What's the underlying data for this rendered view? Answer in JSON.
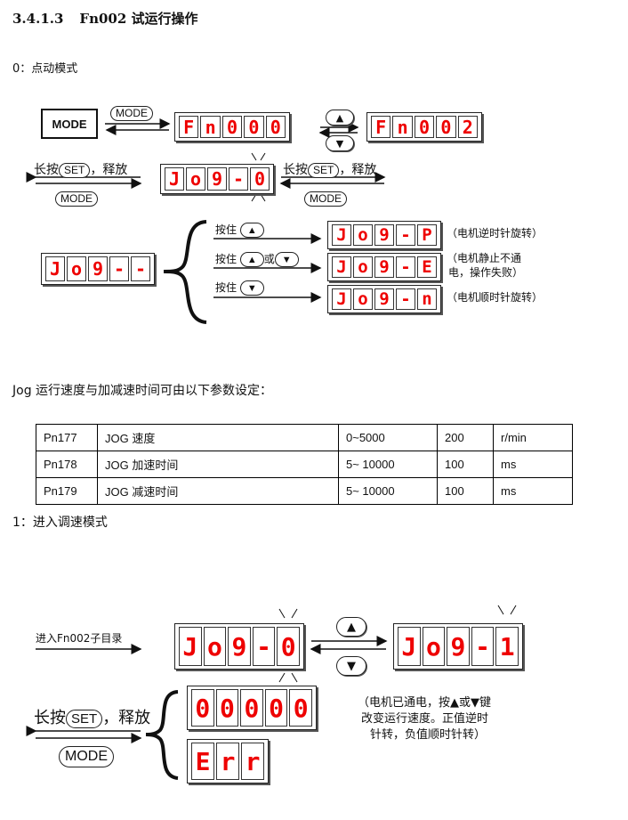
{
  "heading": {
    "number": "3.4.1.3",
    "title": "Fn002 试运行操作"
  },
  "section0": {
    "label": "0：点动模式"
  },
  "top": {
    "mode_box": "MODE",
    "mode_pill": "MODE",
    "fn000": [
      "F",
      "n",
      "0",
      "0",
      "0"
    ],
    "fn002": [
      "F",
      "n",
      "0",
      "0",
      "2"
    ],
    "jog0": [
      "J",
      "o",
      "9",
      "-",
      "0"
    ],
    "long_press_left": "长按",
    "set_label": "SET",
    "release_left": "，释放",
    "mode_pill_left": "MODE",
    "long_press_right": "长按",
    "release_right": "，释放",
    "mode_pill_right": "MODE"
  },
  "jog_branch": {
    "jog_dash": [
      "J",
      "o",
      "9",
      "-",
      "-"
    ],
    "press_up": "按住",
    "press_both": "按住",
    "or_word": "或",
    "press_down": "按住",
    "jog_p": [
      "J",
      "o",
      "9",
      "-",
      "P"
    ],
    "jog_e": [
      "J",
      "o",
      "9",
      "-",
      "E"
    ],
    "jog_n": [
      "J",
      "o",
      "9",
      "-",
      "n"
    ],
    "note_p": "（电机逆时针旋转）",
    "note_e_line1": "（电机静止不通",
    "note_e_line2": "电，操作失败）",
    "note_n": "（电机顺时针旋转）"
  },
  "param_intro": "Jog 运行速度与加减速时间可由以下参数设定：",
  "param_table": {
    "rows": [
      [
        "Pn177",
        "JOG 速度",
        "0~5000",
        "200",
        "r/min"
      ],
      [
        "Pn178",
        "JOG 加速时间",
        "5~ 10000",
        "100",
        "ms"
      ],
      [
        "Pn179",
        "JOG 减速时间",
        "5~ 10000",
        "100",
        "ms"
      ]
    ]
  },
  "section1": {
    "label": "1：进入调速模式"
  },
  "bottom": {
    "enter_label": "进入Fn002子目录",
    "jog0": [
      "J",
      "o",
      "9",
      "-",
      "0"
    ],
    "jog1": [
      "J",
      "o",
      "9",
      "-",
      "1"
    ],
    "zeros": [
      "0",
      "0",
      "0",
      "0",
      "0"
    ],
    "err": [
      "E",
      "r",
      "r"
    ],
    "long_press": "长按",
    "set_label": "SET",
    "release": "，释放",
    "mode_pill": "MODE",
    "note_line1": "（电机已通电，按▲或▼键",
    "note_line2": "改变运行速度。正值逆时",
    "note_line3": "针转，负值顺时针转）"
  },
  "icons": {
    "up": "up-triangle-icon",
    "down": "down-triangle-icon"
  },
  "colors": {
    "segment": "#e00000",
    "line": "#111111"
  }
}
